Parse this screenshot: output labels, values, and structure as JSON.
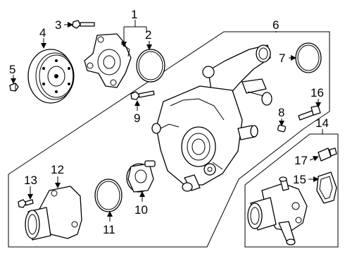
{
  "diagram": {
    "callouts": [
      {
        "key": "c1",
        "text": "1"
      },
      {
        "key": "c2",
        "text": "2"
      },
      {
        "key": "c3",
        "text": "3"
      },
      {
        "key": "c4",
        "text": "4"
      },
      {
        "key": "c5",
        "text": "5"
      },
      {
        "key": "c6",
        "text": "6"
      },
      {
        "key": "c7",
        "text": "7"
      },
      {
        "key": "c8",
        "text": "8"
      },
      {
        "key": "c9",
        "text": "9"
      },
      {
        "key": "c10",
        "text": "10"
      },
      {
        "key": "c11",
        "text": "11"
      },
      {
        "key": "c12",
        "text": "12"
      },
      {
        "key": "c13",
        "text": "13"
      },
      {
        "key": "c14",
        "text": "14"
      },
      {
        "key": "c15",
        "text": "15"
      },
      {
        "key": "c16",
        "text": "16"
      },
      {
        "key": "c17",
        "text": "17"
      }
    ]
  }
}
